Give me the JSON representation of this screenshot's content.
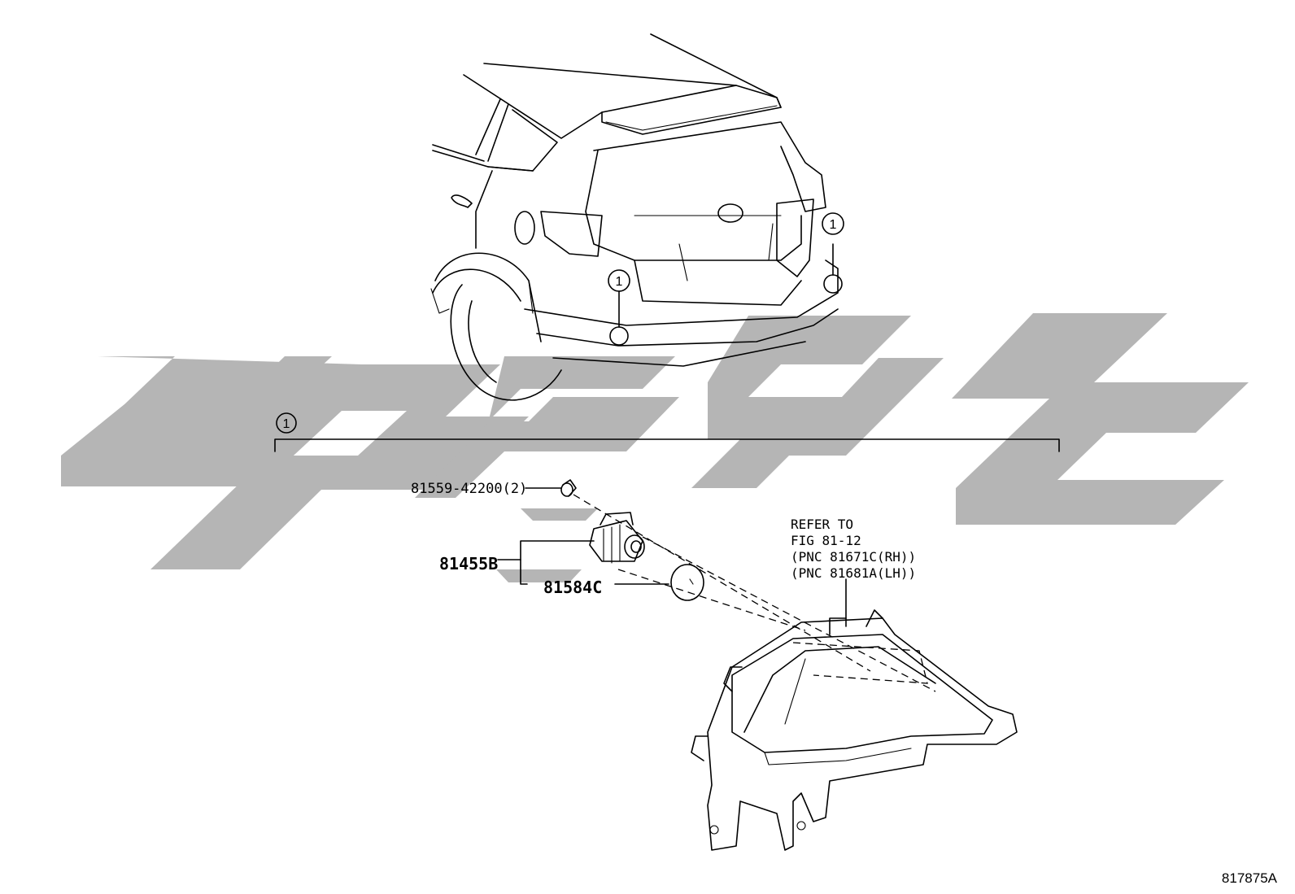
{
  "callouts": {
    "index_top_right": "1",
    "index_top_left": "1",
    "index_group": "1"
  },
  "parts": {
    "screw": "81559-42200(2)",
    "socket_assy": "81455B",
    "gasket": "81584C"
  },
  "reference": {
    "line1": "REFER TO",
    "line2": "FIG 81-12",
    "line3": "(PNC 81671C(RH))",
    "line4": "(PNC 81681A(LH))"
  },
  "figure_id": "817875A",
  "colors": {
    "line": "#000000",
    "watermark": "#b5b5b5",
    "background": "#ffffff"
  }
}
